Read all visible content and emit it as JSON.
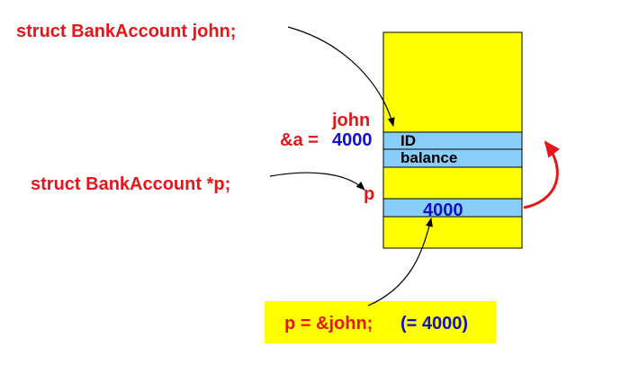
{
  "colors": {
    "label_red": "#e8141a",
    "value_blue": "#1010c8",
    "memory_yellow": "#ffff00",
    "field_blue": "#87cefa",
    "line_black": "#000000",
    "arrow_red": "#e8141a"
  },
  "code": {
    "declare_john": "struct BankAccount john;",
    "declare_p": "struct BankAccount *p;",
    "assign_stmt": "p = &john;",
    "assign_value_note": "(= 4000)"
  },
  "memory": {
    "john_label": "john",
    "address_label": "&a =",
    "address_value": "4000",
    "field_id": "ID",
    "field_balance": "balance",
    "p_label": "p",
    "p_value": "4000"
  },
  "icons": [
    "curved-arrow",
    "red-curved-arrow"
  ]
}
